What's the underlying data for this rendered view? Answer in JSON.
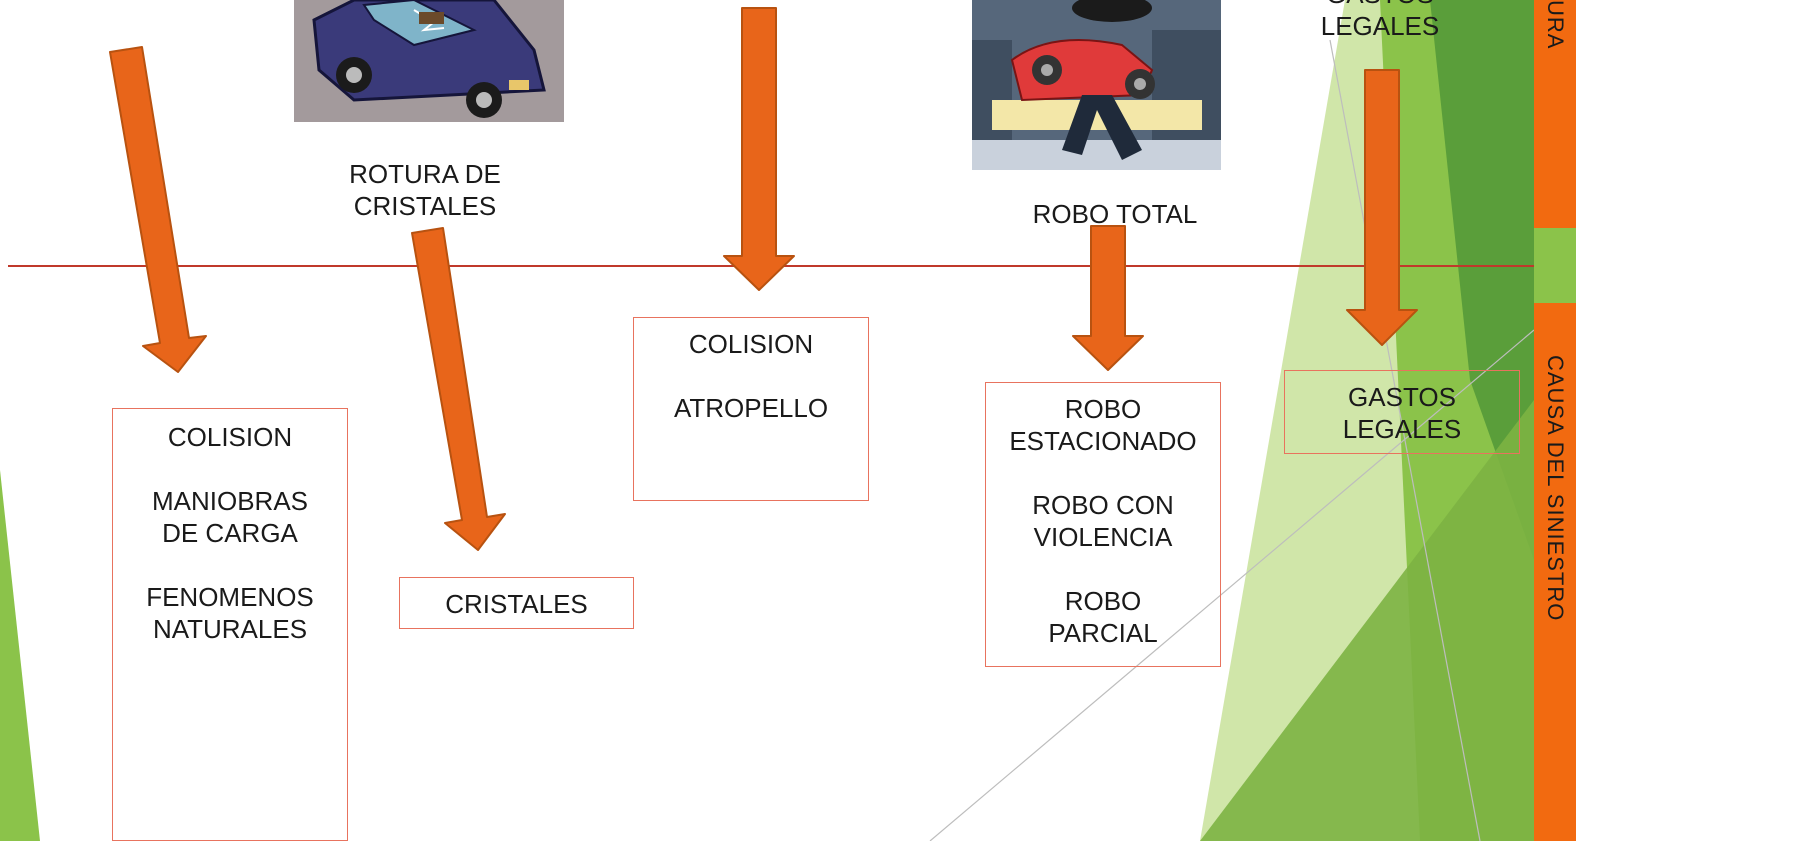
{
  "labels": {
    "rotura": "ROTURA DE\nCRISTALES",
    "robo_total": "ROBO TOTAL",
    "gastos_top": "GASTOS\nLEGALES"
  },
  "boxes": {
    "box1": "COLISION\n\nMANIOBRAS\nDE CARGA\n\nFENOMENOS\nNATURALES",
    "box2": "CRISTALES",
    "box3": "COLISION\n\nATROPELLO",
    "box4": "ROBO\nESTACIONADO\n\nROBO CON\nVIOLENCIA\n\nROBO\nPARCIAL",
    "box5": "GASTOS\nLEGALES"
  },
  "sidebar": {
    "top_fragment": "URA",
    "bottom": "CAUSA DEL SINIESTRO"
  },
  "colors": {
    "arrow": "#e8651a",
    "arrow_stroke": "#b85210",
    "line": "#c0392b",
    "sidebar_orange": "#f26a10",
    "green_light": "#c8e29a",
    "green_mid": "#8bc34a",
    "green_dark": "#5a9e3a"
  },
  "icons": {
    "car_image": "broken-windshield-car-illustration",
    "thief_image": "thief-carrying-car-illustration"
  }
}
